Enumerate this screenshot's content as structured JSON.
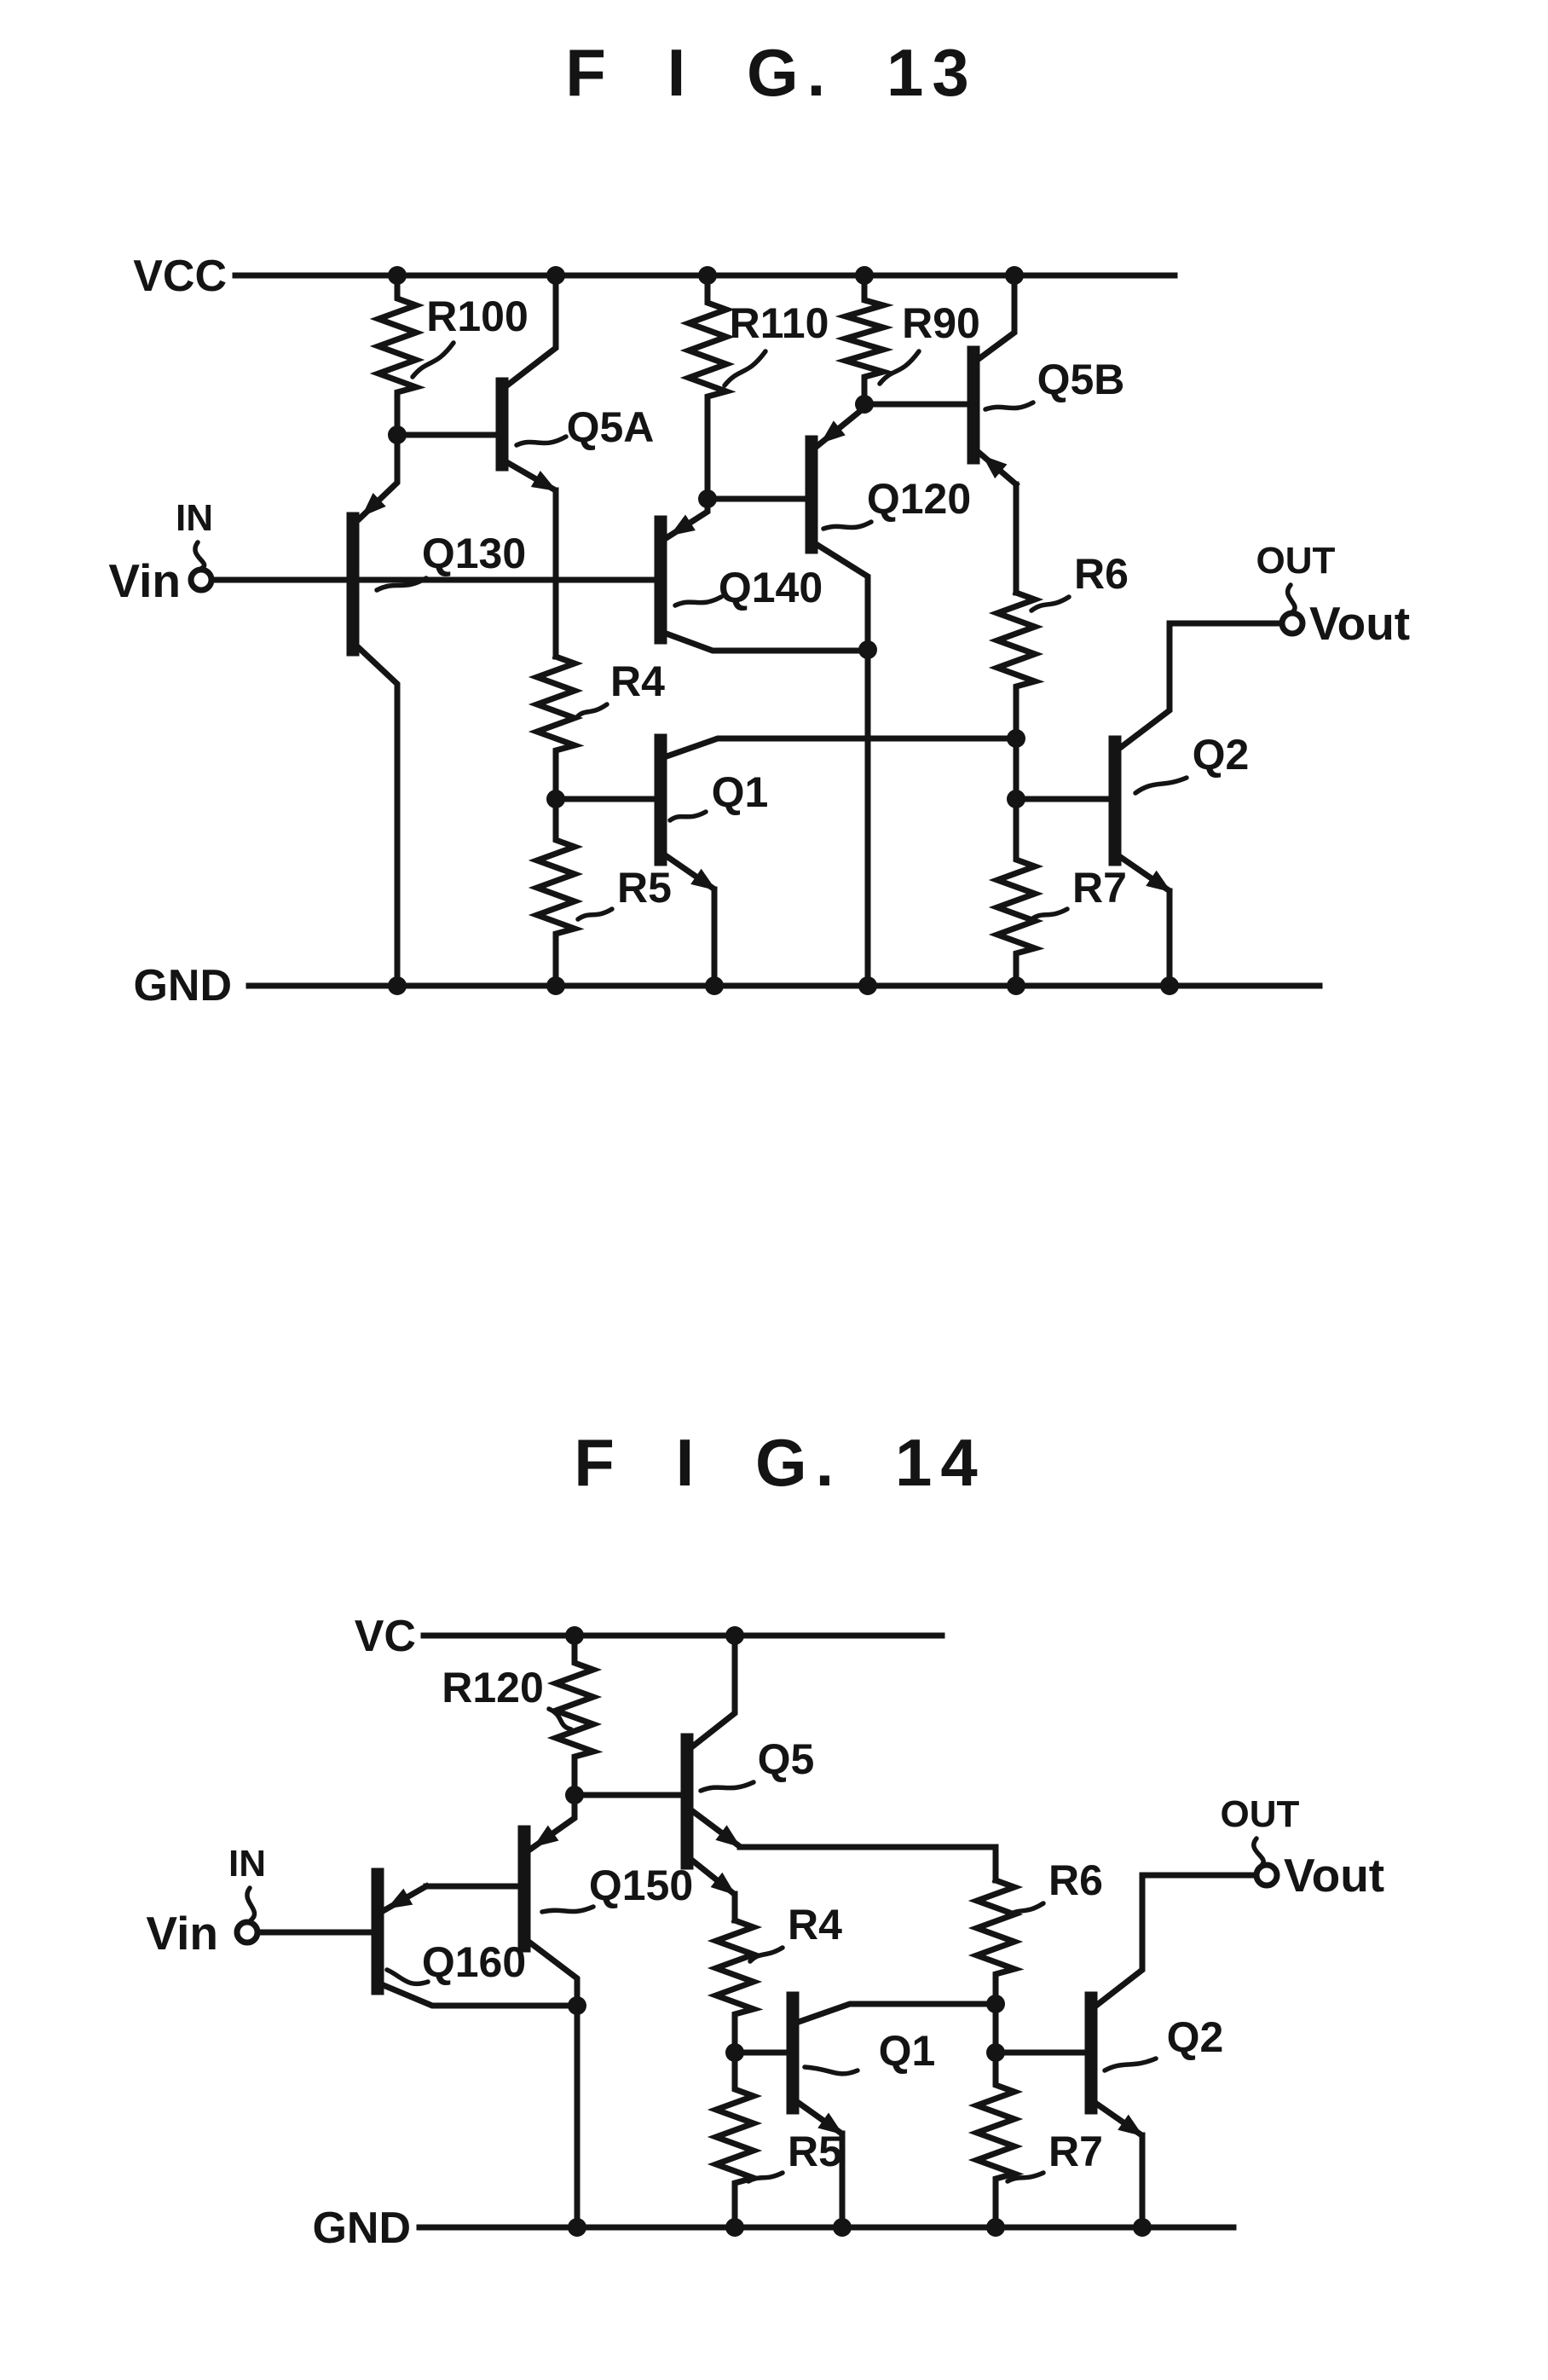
{
  "fig13": {
    "title": "F I G. 13",
    "power_rail": "VCC",
    "ground_rail": "GND",
    "input": {
      "terminal": "IN",
      "signal": "Vin"
    },
    "output": {
      "terminal": "OUT",
      "signal": "Vout"
    },
    "resistors": {
      "r100": "R100",
      "r110": "R110",
      "r90": "R90",
      "r4": "R4",
      "r5": "R5",
      "r6": "R6",
      "r7": "R7"
    },
    "transistors": {
      "q5a": "Q5A",
      "q5b": "Q5B",
      "q120": "Q120",
      "q130": "Q130",
      "q140": "Q140",
      "q1": "Q1",
      "q2": "Q2"
    }
  },
  "fig14": {
    "title": "F I G. 14",
    "power_rail": "VC",
    "ground_rail": "GND",
    "input": {
      "terminal": "IN",
      "signal": "Vin"
    },
    "output": {
      "terminal": "OUT",
      "signal": "Vout"
    },
    "resistors": {
      "r120": "R120",
      "r4": "R4",
      "r5": "R5",
      "r6": "R6",
      "r7": "R7"
    },
    "transistors": {
      "q5": "Q5",
      "q150": "Q150",
      "q160": "Q160",
      "q1": "Q1",
      "q2": "Q2"
    }
  }
}
